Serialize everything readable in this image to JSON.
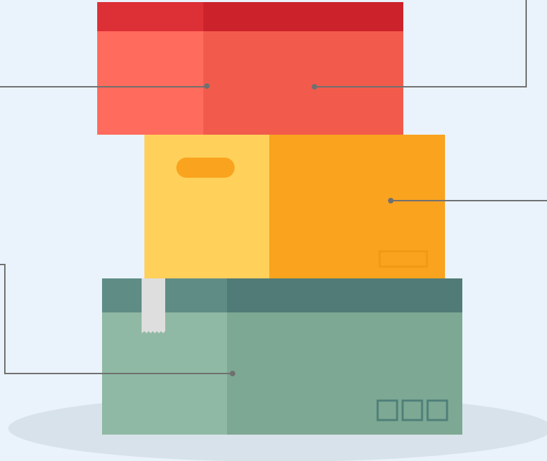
{
  "colors": {
    "background": "#eaf3fc",
    "shadow": "#d8e2ea",
    "leader_line": "#707070",
    "top_box": {
      "lid_left": "#dd2f36",
      "lid_right": "#cc222b",
      "body_left": "#ff6b5c",
      "body_right": "#f25b4c"
    },
    "middle_box": {
      "left": "#ffd05a",
      "right": "#f9a31e",
      "handle": "#f9a31e",
      "label_outline": "#ef9a17"
    },
    "bottom_box": {
      "lid_left": "#5f8d86",
      "lid_right": "#517b77",
      "body_left": "#8fb9a4",
      "body_right": "#7da893",
      "tape": "#dedede",
      "marks": "#4f7f79"
    }
  },
  "icons": {
    "handle": "handle-slot-icon",
    "label": "shipping-label-icon",
    "marks": "handling-marks-icon"
  },
  "callouts": {
    "count": 4,
    "labels_shown": false
  },
  "boxes": [
    {
      "name": "top-box",
      "color": "red"
    },
    {
      "name": "middle-box",
      "color": "orange"
    },
    {
      "name": "bottom-box",
      "color": "green"
    }
  ]
}
